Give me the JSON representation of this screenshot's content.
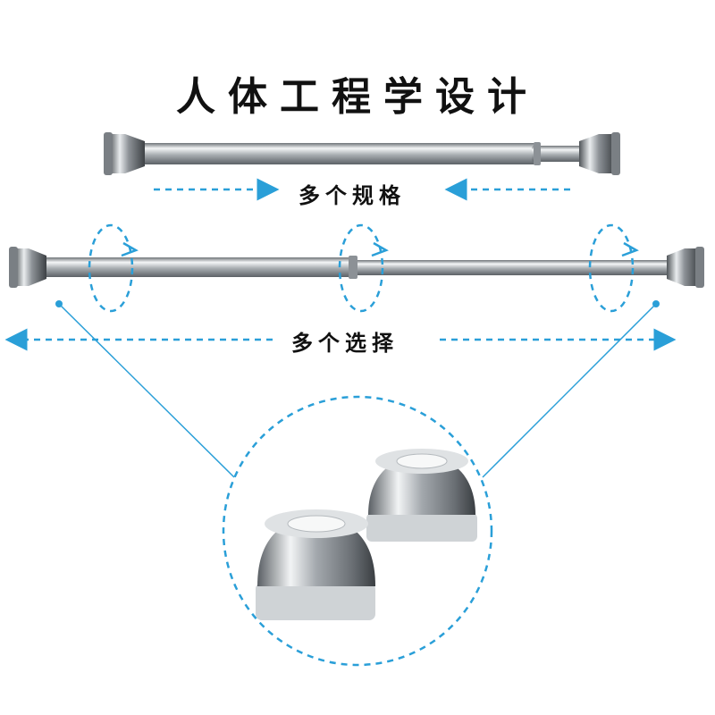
{
  "title": "人体工程学设计",
  "labels": {
    "specs": "多个规格",
    "options": "多个选择"
  },
  "colors": {
    "accent": "#2a9fd8",
    "steel": "#9aa0a6",
    "background": "#ffffff"
  },
  "icons": [
    "rotation-arrow-icon",
    "double-arrow-icon"
  ]
}
